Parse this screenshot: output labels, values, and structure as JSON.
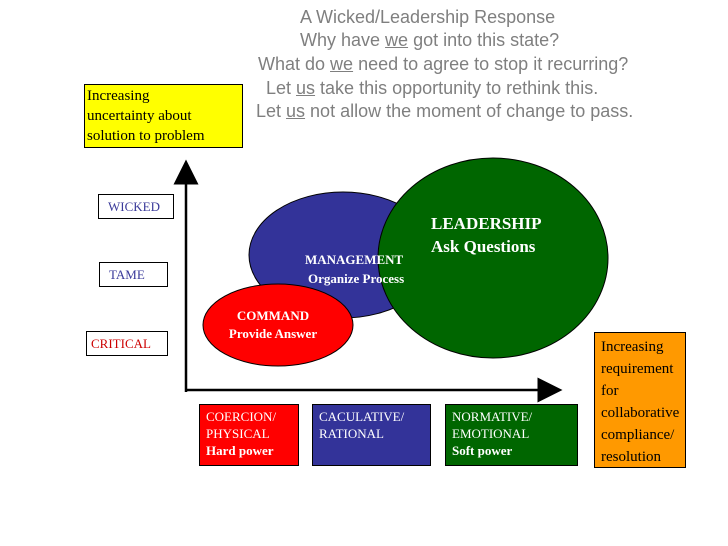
{
  "title": {
    "l1": "A Wicked/Leadership Response",
    "l2a": "Why have ",
    "l2b": "we",
    "l2c": " got into this state?",
    "l3a": "What do ",
    "l3b": "we",
    "l3c": " need to agree to stop it recurring?",
    "l4a": "Let ",
    "l4b": "us",
    "l4c": " take this opportunity to rethink this.",
    "l5a": "Let ",
    "l5b": "us",
    "l5c": " not allow the moment of change to pass."
  },
  "y_axis_label": [
    "Increasing",
    "uncertainty about",
    "solution to problem"
  ],
  "x_axis_label": [
    "Increasing",
    "requirement",
    "for",
    "collaborative",
    "compliance/",
    "resolution"
  ],
  "levels": {
    "wicked": "WICKED",
    "tame": "TAME",
    "critical": "CRITICAL"
  },
  "power": [
    {
      "l1": "COERCION/",
      "l2": "PHYSICAL",
      "l3": "Hard power"
    },
    {
      "l1": "CACULATIVE/",
      "l2": "RATIONAL",
      "l3": ""
    },
    {
      "l1": "NORMATIVE/",
      "l2": "EMOTIONAL",
      "l3": "Soft power"
    }
  ],
  "circles": {
    "command": {
      "l1": "COMMAND",
      "l2": "Provide Answer"
    },
    "management": {
      "l1": "MANAGEMENT",
      "l2": "Organize Process"
    },
    "leadership": {
      "l1": "LEADERSHIP",
      "l2": "Ask Questions"
    }
  },
  "colors": {
    "title_gray": "#7f7f7f",
    "yellow": "#ffff00",
    "orange": "#ff9900",
    "red": "#ff0000",
    "blue": "#333399",
    "green": "#006600"
  }
}
